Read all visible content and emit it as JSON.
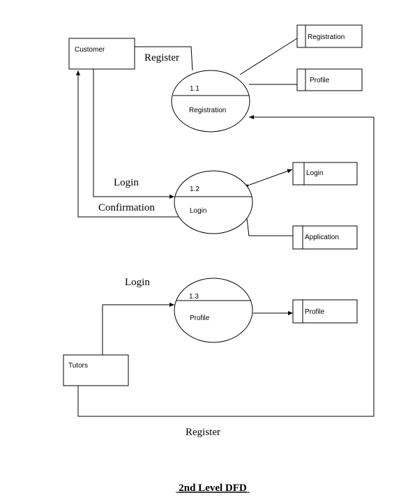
{
  "entities": {
    "customer": "Customer",
    "tutors": "Tutors"
  },
  "processes": [
    {
      "number": "1.1",
      "name": "Registration"
    },
    {
      "number": "1.2",
      "name": "Login"
    },
    {
      "number": "1.3",
      "name": "Profile"
    }
  ],
  "stores": {
    "registration": "Registration",
    "profile_top": "Profile",
    "login": "Login",
    "application": "Application",
    "profile_bottom": "Profile"
  },
  "flows": {
    "register_top": "Register",
    "login_mid": "Login",
    "confirmation": "Confirmation",
    "login_low": "Login",
    "register_bottom": "Register"
  },
  "title": "2nd Level DFD"
}
